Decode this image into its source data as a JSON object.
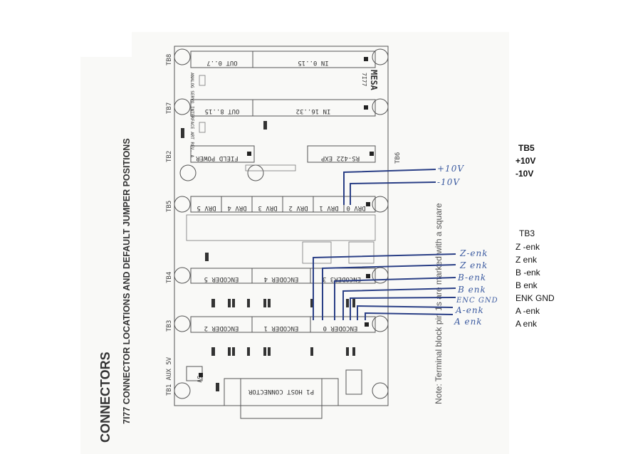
{
  "title": "CONNECTORS",
  "subtitle": "7I77 CONNECTOR LOCATIONS AND DEFAULT JUMPER POSITIONS",
  "note": "Note: Terminal block pin 1s are marked with a square",
  "board": {
    "brand": "MESA",
    "model": "7I77",
    "art": "ANALOG SERVO INTERFACE ART REV. A",
    "side_labels": {
      "tb8": "TB8",
      "tb7": "TB7",
      "tb2": "TB2",
      "tb5": "TB5",
      "tb4": "TB4",
      "tb3": "TB3",
      "tb1": "TB1 AUX 5V",
      "tb6": "TB6"
    },
    "tb8": [
      "OUT 0..7",
      "IN 0..15"
    ],
    "tb7": [
      "OUT 8..15",
      "IN 16..32"
    ],
    "tb2": [
      "FIELD POWER",
      "RS-422 EXP"
    ],
    "tb5": [
      "DRV 5",
      "DRV 4",
      "DRV 3",
      "DRV 2",
      "DRV 1",
      "DRV 0"
    ],
    "tb4": [
      "ENCODER 5",
      "ENCODER 4",
      "ENCODER3 3"
    ],
    "tb3": [
      "ENCODER 2",
      "ENCODER 1",
      "ENCODER 0"
    ],
    "host": "P1 HOST CONNECTOR",
    "jumper_5v": "5V"
  },
  "handwritten": {
    "tb5": [
      "+10V",
      "-10V"
    ],
    "tb3": [
      "Z-enk",
      "Z enk",
      "B-enk",
      "B enk",
      "ENC GND",
      "A-enk",
      "A enk"
    ]
  },
  "legend": {
    "tb5_title": "TB5",
    "tb5": [
      "+10V",
      "-10V"
    ],
    "tb3_title": "TB3",
    "tb3": [
      "Z -enk",
      "Z enk",
      "B -enk",
      "B enk",
      "ENK GND",
      "A -enk",
      "A enk"
    ]
  },
  "colors": {
    "wire": "#2a3f86",
    "paper": "#f9f9f7"
  }
}
